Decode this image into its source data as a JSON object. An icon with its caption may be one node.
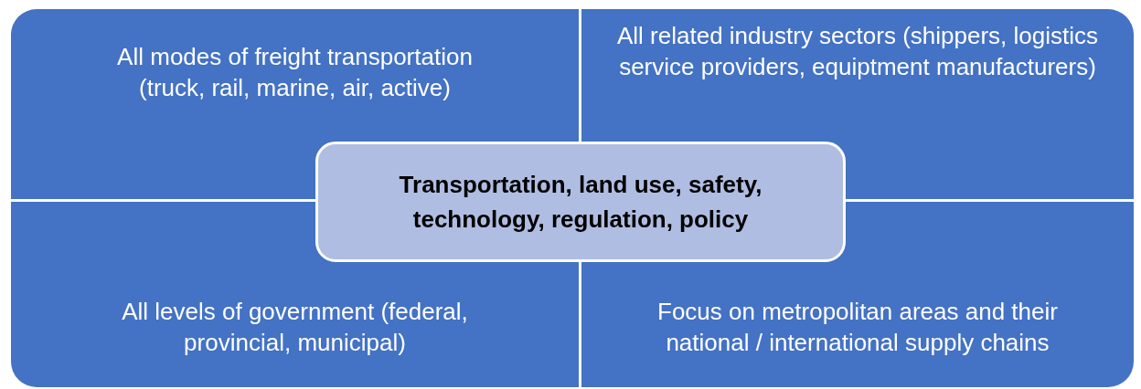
{
  "diagram": {
    "nodes": [
      {
        "text": [
          "All modes of freight transportation (truck, rail, marine, air, active)"
        ]
      },
      {
        "text": [
          "All related industry sectors (shippers, logistics service providers, equiptment manufacturers)"
        ]
      },
      {
        "text": [
          "Transportation, land use, safety, technology, regulation, policy"
        ]
      },
      {
        "text": [
          "All levels of government (federal, provincial, municipal)"
        ]
      },
      {
        "text": [
          "Focus on metropolitan areas and their national / international supply chains"
        ]
      }
    ],
    "edges": []
  }
}
